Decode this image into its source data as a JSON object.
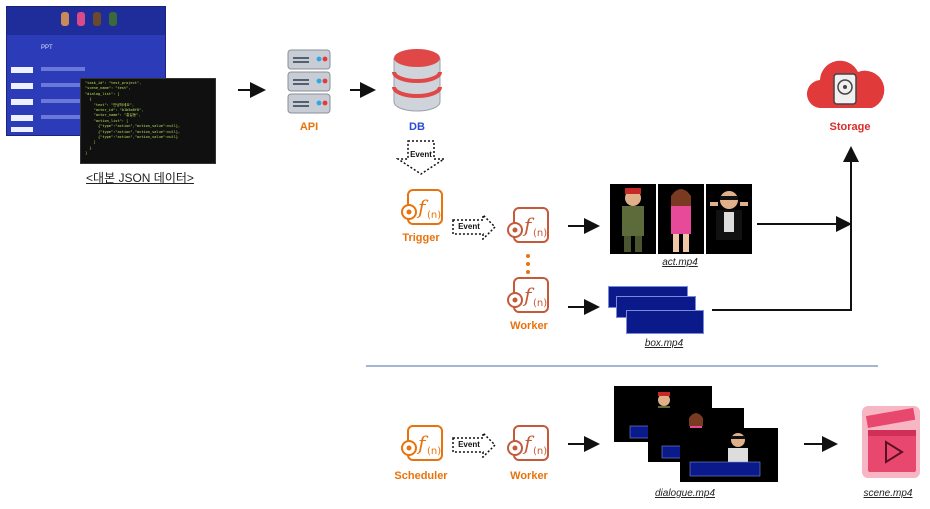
{
  "source": {
    "caption": "<대본 JSON 데이터>",
    "panel_title": "PPT",
    "code_lines": [
      "\"task_id\": \"test_project\",",
      "\"scene_name\": \"test\",",
      "\"dialog_list\": [",
      "  {",
      "    \"text\": \"안녕하세요\",",
      "    \"actor_id\": \"b1b5a8f0\",",
      "    \"actor_name\": \"홍길동\",",
      "    \"action_list\": [",
      "      {\"type\":\"action\",\"action_value\":null},",
      "      {\"type\":\"action\",\"action_value\":null},",
      "      {\"type\":\"action\",\"action_value\":null}",
      "    ]",
      "  }",
      "]"
    ]
  },
  "nodes": {
    "api": "API",
    "db": "DB",
    "storage": "Storage",
    "trigger": "Trigger",
    "worker_1": "Worker",
    "worker_2": "Worker",
    "scheduler": "Scheduler",
    "worker_3": "Worker"
  },
  "event_label": "Event",
  "files": {
    "act": "act.mp4",
    "box": "box.mp4",
    "dialogue": "dialogue.mp4",
    "scene": "scene.mp4"
  },
  "colors": {
    "function_orange": "#e8730c",
    "db_red": "#d92b2b",
    "db_label_blue": "#2a4bd7",
    "dialog_box_navy": "#0a1a8a",
    "scene_pink": "#f06a8a"
  }
}
